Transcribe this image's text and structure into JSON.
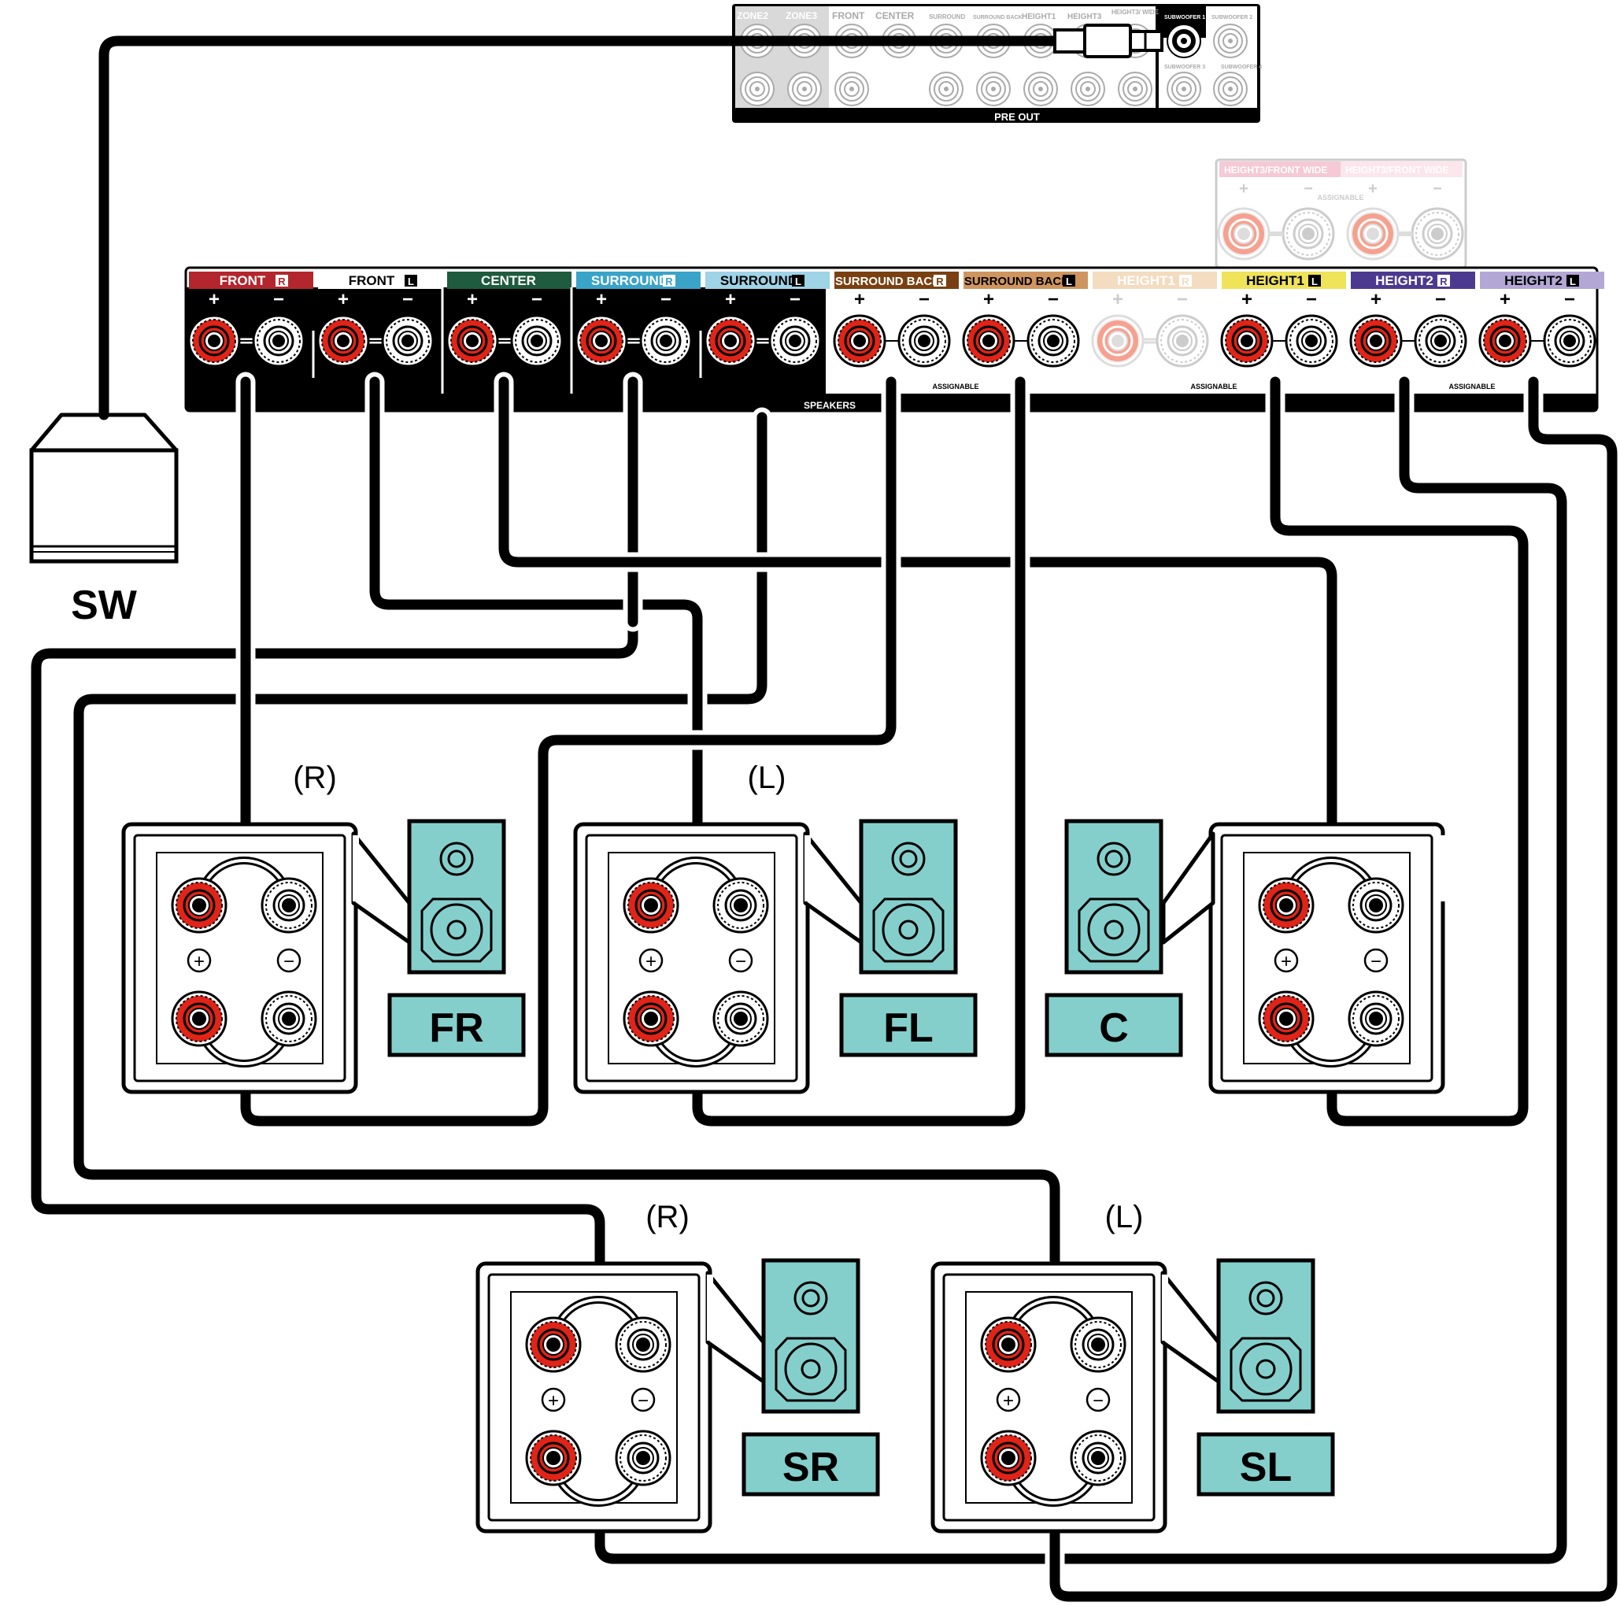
{
  "colors": {
    "speaker_teal": "#84cfcc",
    "terminal_red": "#e02418",
    "wire": "#000000"
  },
  "preout": {
    "labels": [
      "ZONE2",
      "ZONE3",
      "FRONT",
      "CENTER",
      "SURROUND",
      "SURROUND BACK",
      "HEIGHT1",
      "HEIGHT3",
      "HEIGHT3/ WIDE"
    ],
    "sub1": "SUBWOOFER 1",
    "sub2": "SUBWOOFER 2",
    "sub3": "SUBWOOFER 3",
    "sub4": "SUBWOOFER 4",
    "title": "PRE OUT"
  },
  "h3panel": {
    "label_r": "HEIGHT3/FRONT WIDE",
    "label_l": "HEIGHT3/FRONT WIDE",
    "assignable": "ASSIGNABLE"
  },
  "speaker_panel": {
    "channels": [
      {
        "label": "FRONT",
        "side": "R",
        "color": "#b3262d",
        "text_color": "#ffffff",
        "dim": false
      },
      {
        "label": "FRONT",
        "side": "L",
        "color": "#ffffff",
        "text_color": "#000000",
        "dim": false
      },
      {
        "label": "CENTER",
        "side": "",
        "color": "#1f5b3e",
        "text_color": "#ffffff",
        "dim": false
      },
      {
        "label": "SURROUND",
        "side": "R",
        "color": "#3aa3c8",
        "text_color": "#ffffff",
        "dim": false
      },
      {
        "label": "SURROUND",
        "side": "L",
        "color": "#9fd3e6",
        "text_color": "#000000",
        "dim": false
      },
      {
        "label": "SURROUND BACK",
        "side": "R",
        "color": "#7a4012",
        "text_color": "#ffffff",
        "dim": false
      },
      {
        "label": "SURROUND BACK",
        "side": "L",
        "color": "#cf955e",
        "text_color": "#000000",
        "dim": false
      },
      {
        "label": "HEIGHT1",
        "side": "R",
        "color": "#f3dcc0",
        "text_color": "#ffffff",
        "dim": true
      },
      {
        "label": "HEIGHT1",
        "side": "L",
        "color": "#efe35a",
        "text_color": "#000000",
        "dim": false
      },
      {
        "label": "HEIGHT2",
        "side": "R",
        "color": "#4b3a8f",
        "text_color": "#ffffff",
        "dim": false
      },
      {
        "label": "HEIGHT2",
        "side": "L",
        "color": "#b3a7d6",
        "text_color": "#000000",
        "dim": false
      }
    ],
    "speakers_label": "SPEAKERS",
    "assignable": "ASSIGNABLE"
  },
  "subwoofer": {
    "label": "SW"
  },
  "speakers": [
    {
      "id": "FR",
      "label": "FR",
      "side": "(R)"
    },
    {
      "id": "FL",
      "label": "FL",
      "side": "(L)"
    },
    {
      "id": "C",
      "label": "C",
      "side": ""
    },
    {
      "id": "SR",
      "label": "SR",
      "side": "(R)"
    },
    {
      "id": "SL",
      "label": "SL",
      "side": "(L)"
    }
  ]
}
